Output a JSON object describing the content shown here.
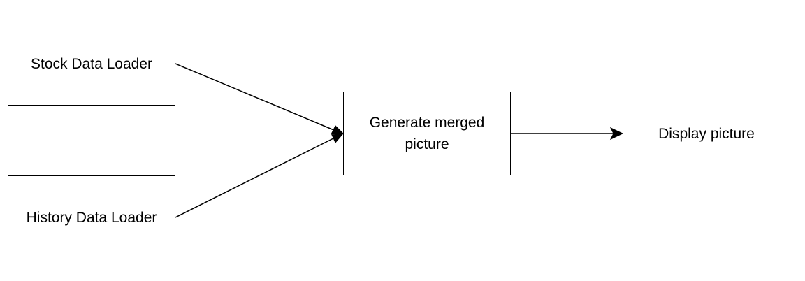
{
  "diagram": {
    "nodes": {
      "stock": {
        "label": "Stock Data Loader"
      },
      "history": {
        "label": "History Data Loader"
      },
      "merge": {
        "label": "Generate merged picture"
      },
      "display": {
        "label": "Display picture"
      }
    },
    "edges": [
      {
        "from": "stock",
        "to": "merge"
      },
      {
        "from": "history",
        "to": "merge"
      },
      {
        "from": "merge",
        "to": "display"
      }
    ],
    "colors": {
      "stroke": "#000000",
      "fill": "#ffffff",
      "text": "#000000"
    }
  }
}
